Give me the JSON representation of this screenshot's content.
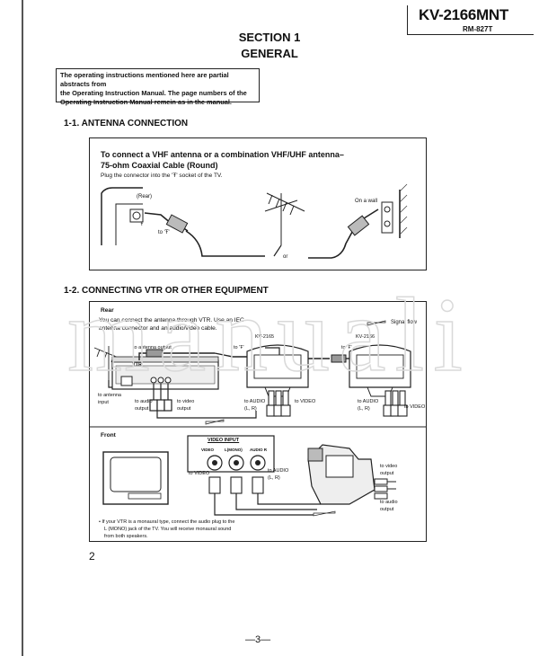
{
  "header": {
    "model": "KV-2166MNT",
    "remote": "RM-827T"
  },
  "section": {
    "title": "SECTION 1",
    "subtitle": "GENERAL"
  },
  "note": {
    "line1": "The operating instructions mentioned here are partial abstracts from",
    "line2": "the Operating Instruction Manual. The page numbers of the",
    "line3": "Operating Instruction Manual remein as in the manual."
  },
  "antenna": {
    "heading": "1-1.  ANTENNA CONNECTION",
    "title_line1": "To connect a VHF antenna or a combination VHF/UHF antenna–",
    "title_line2": "75-ohm Coaxial Cable (Round)",
    "instruction": "Plug the connector into the 'Ŧ' socket of the TV.",
    "rear": "(Rear)",
    "socket_symbol": "Ŧ",
    "to_socket": "to 'Ŧ'",
    "on_wall": "On a wall",
    "or": "or"
  },
  "vtr": {
    "heading": "1-2.  CONNECTING VTR OR OTHER EQUIPMENT",
    "rear_heading": "Rear",
    "rear_line1": "You can connect the antenna through VTR. Use an IEC",
    "rear_line2": "antenna connector and an audio/video cable.",
    "signal_flow": "Signal flow",
    "to_antenna_output": "to antenna output",
    "to_t": "to 'Ŧ'",
    "to_t2": "to 'Ŧ'",
    "vtr_label": "VTR",
    "tv_left": "KV-2165",
    "tv_right": "KV-2166",
    "to_antenna_input_1": "to antenna",
    "to_antenna_input_2": "input",
    "to_audio_output_1": "to audio",
    "to_audio_output_2": "output",
    "to_video_output_1": "to video",
    "to_video_output_2": "output",
    "to_audio_lr_1": "to AUDIO",
    "to_audio_lr_2": "(L, R)",
    "to_video": "to VIDEO",
    "to_audio_lr_3": "to AUDIO",
    "to_audio_lr_4": "(L, R)",
    "to_video_2": "to VIDEO",
    "front_heading": "Front",
    "video_input": "VIDEO INPUT",
    "jack_video": "VIDEO",
    "jack_lmono": "L(MONO)",
    "jack_audio_r": "AUDIO R",
    "front_to_video": "to VIDEO",
    "front_to_audio_1": "to AUDIO",
    "front_to_audio_2": "(L, R)",
    "cam_video_1": "to video",
    "cam_video_2": "output",
    "cam_audio_1": "to audio",
    "cam_audio_2": "output",
    "footnote_1": "• If your VTR is a monaural type, connect the audio plug to the",
    "footnote_2": "L (MONO) jack of the TV.  You will receive monaural sound",
    "footnote_3": "from both speakers."
  },
  "page": {
    "number": "2",
    "footer": "—3—"
  },
  "watermark": {
    "text": "manuali"
  }
}
